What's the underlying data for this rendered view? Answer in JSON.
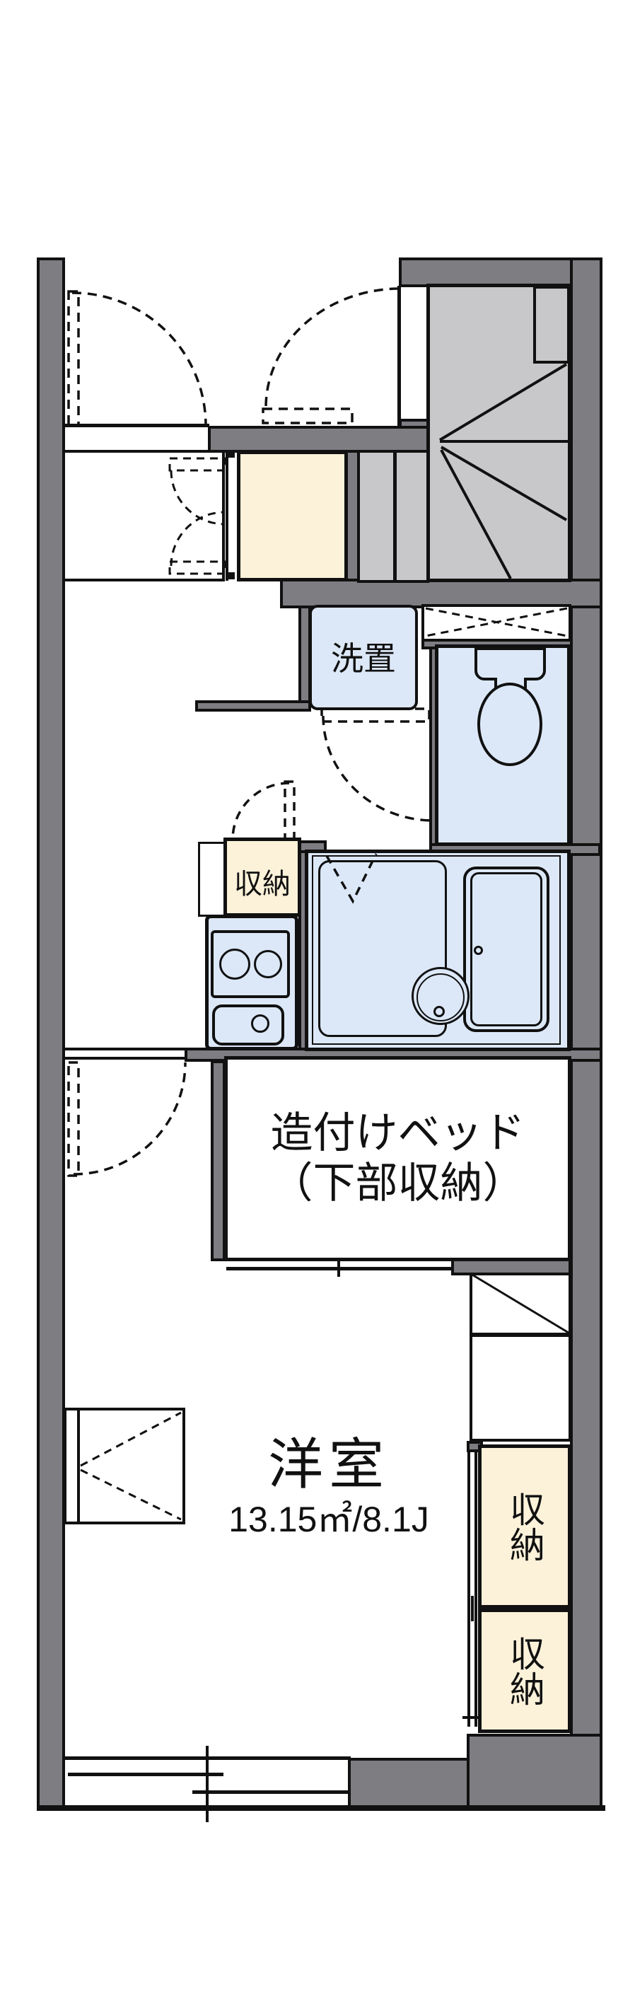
{
  "plan": {
    "type": "apartment-floor-plan",
    "labels": {
      "laundry": "洗置",
      "kitchen_storage": "収納",
      "bed_line1": "造付けベッド",
      "bed_line2": "（下部収納）",
      "main_room_name": "洋室",
      "main_room_size": "13.15㎡/8.1J",
      "closet_upper": "収納",
      "closet_lower": "収納"
    },
    "colors": {
      "bg": "#ffffff",
      "wall": "#7d7d82",
      "stair": "#c8c8ca",
      "blue": "#dce8f8",
      "beige": "#fcf2da",
      "line": "#111111"
    }
  }
}
